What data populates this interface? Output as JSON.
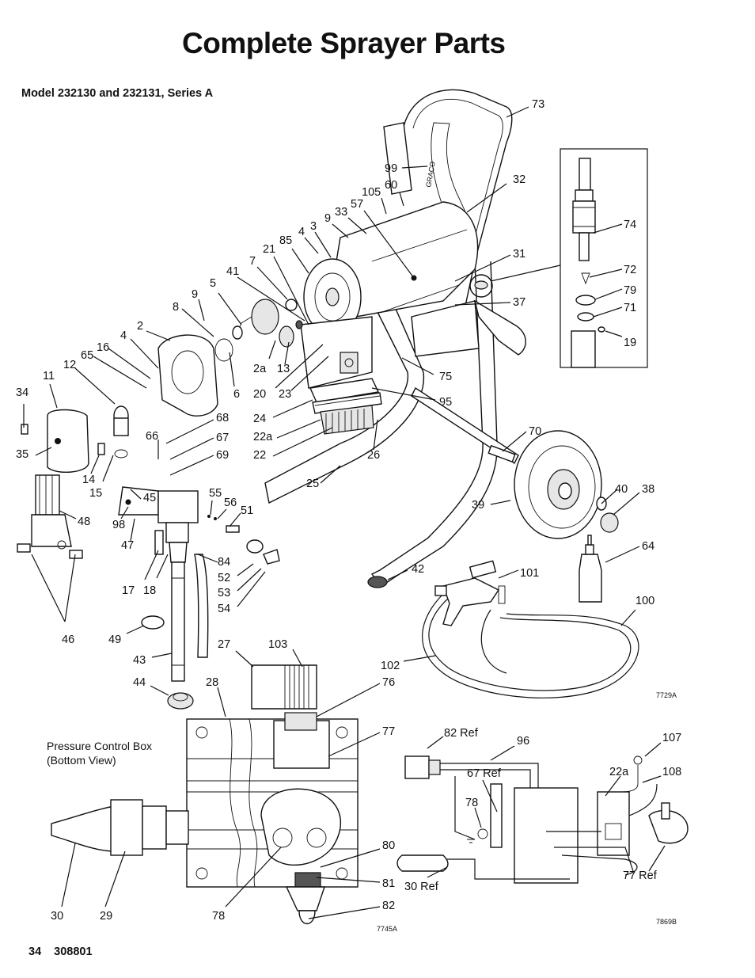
{
  "header": {
    "title": "Complete Sprayer Parts",
    "model": "Model  232130 and 232131, Series A"
  },
  "footer": {
    "page": "34",
    "doc_number": "308801"
  },
  "diagram": {
    "figure_ids": {
      "main": "7729A",
      "pressure_box": "7745A",
      "wiring": "7869B"
    },
    "pressure_box_label_line1": "Pressure Control Box",
    "pressure_box_label_line2": "(Bottom View)",
    "callouts": {
      "c73": "73",
      "c99": "99",
      "c32": "32",
      "c60": "60",
      "c105": "105",
      "c57": "57",
      "c33": "33",
      "c9a": "9",
      "c3": "3",
      "c4a": "4",
      "c85": "85",
      "c21": "21",
      "c7": "7",
      "c41": "41",
      "c31": "31",
      "c37": "37",
      "c5": "5",
      "c9b": "9",
      "c8": "8",
      "c2": "2",
      "c4b": "4",
      "c16": "16",
      "c65": "65",
      "c12": "12",
      "c11": "11",
      "c2a": "2a",
      "c13": "13",
      "c6": "6",
      "c20": "20",
      "c23": "23",
      "c75": "75",
      "c95": "95",
      "c34": "34",
      "c24": "24",
      "c68": "68",
      "c22a": "22a",
      "c66": "66",
      "c67": "67",
      "c35": "35",
      "c22": "22",
      "c26": "26",
      "c69": "69",
      "c70": "70",
      "c14": "14",
      "c15": "15",
      "c45": "45",
      "c25": "25",
      "c55": "55",
      "c56": "56",
      "c51": "51",
      "c48": "48",
      "c98": "98",
      "c47": "47",
      "c39": "39",
      "c40": "40",
      "c38": "38",
      "c64": "64",
      "c84": "84",
      "c52": "52",
      "c53": "53",
      "c54": "54",
      "c17": "17",
      "c18": "18",
      "c42": "42",
      "c101": "101",
      "c46": "46",
      "c49": "49",
      "c100": "100",
      "c27": "27",
      "c103": "103",
      "c43": "43",
      "c102": "102",
      "c44": "44",
      "c28": "28",
      "c76": "76",
      "c77": "77",
      "c82ref": "82 Ref",
      "c96": "96",
      "c107": "107",
      "c22a2": "22a",
      "c108": "108",
      "c67ref": "67 Ref",
      "c78a": "78",
      "c80": "80",
      "c81": "81",
      "c82": "82",
      "c30": "30",
      "c29": "29",
      "c78b": "78",
      "c30ref": "30 Ref",
      "c77ref": "77 Ref",
      "c74": "74",
      "c72": "72",
      "c79": "79",
      "c71": "71",
      "c19": "19"
    }
  }
}
